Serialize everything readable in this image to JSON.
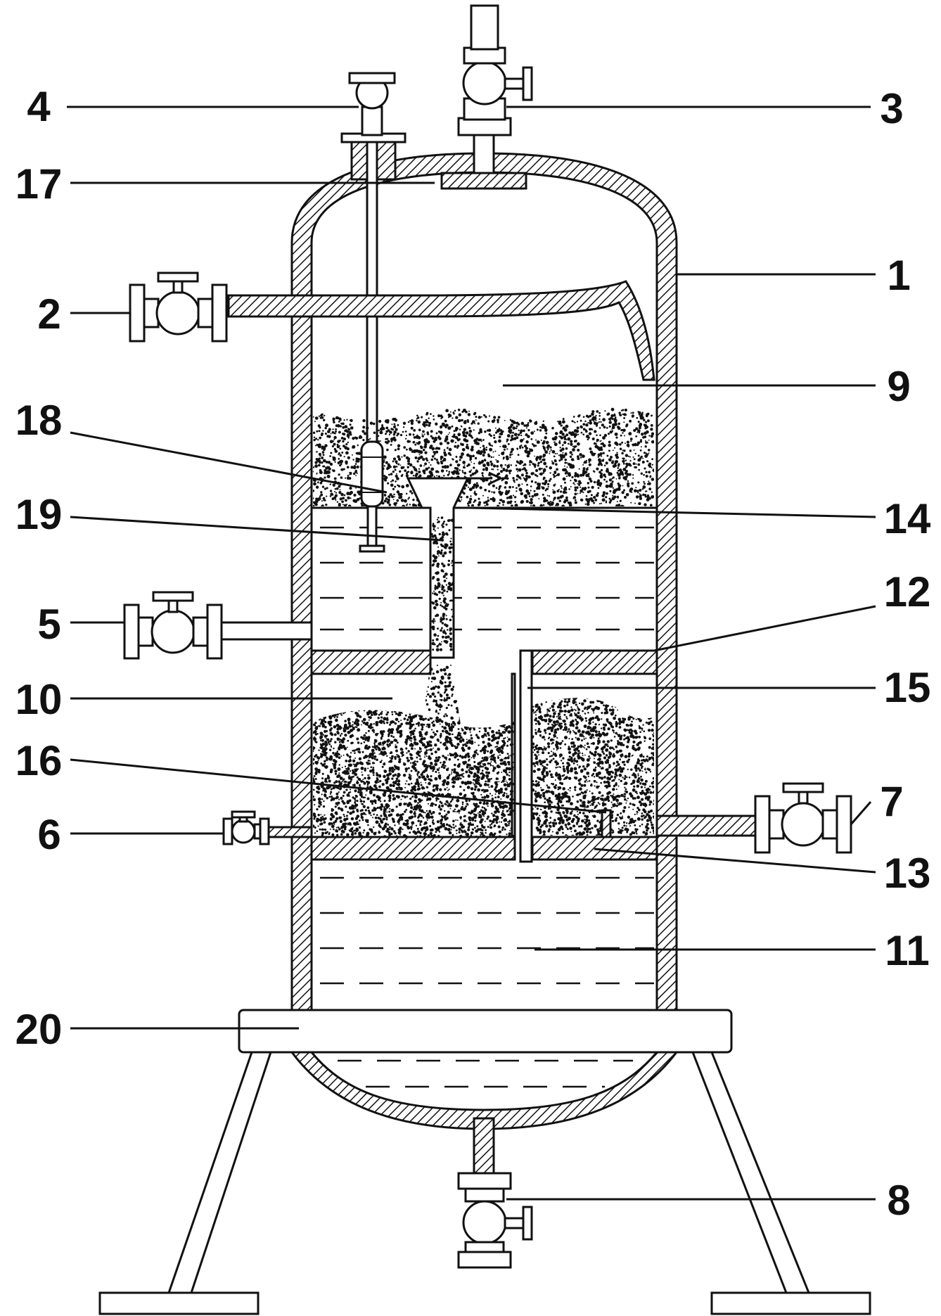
{
  "labels": {
    "l1": "1",
    "l2": "2",
    "l3": "3",
    "l4": "4",
    "l5": "5",
    "l6": "6",
    "l7": "7",
    "l8": "8",
    "l9": "9",
    "l10": "10",
    "l11": "11",
    "l12": "12",
    "l13": "13",
    "l14": "14",
    "l15": "15",
    "l16": "16",
    "l17": "17",
    "l18": "18",
    "l19": "19",
    "l20": "20"
  },
  "colors": {
    "ink": "#111111",
    "background": "#ffffff"
  }
}
